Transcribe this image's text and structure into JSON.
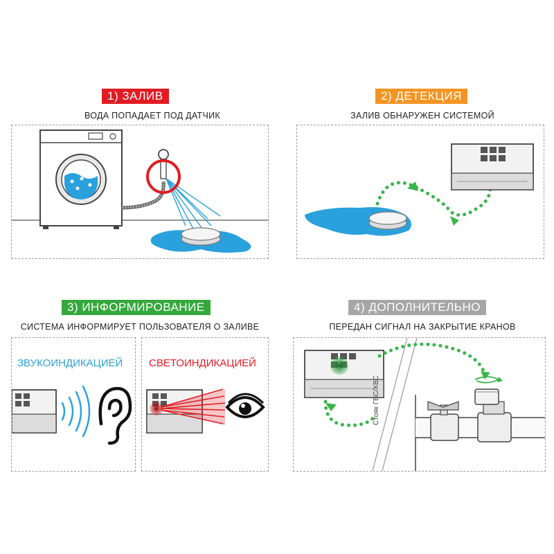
{
  "colors": {
    "step1": "#e11b22",
    "step2": "#f39423",
    "step3": "#35a83c",
    "step4": "#a6a6a6",
    "water": "#2aa1dc",
    "dots": "#39b54a",
    "sound": "#2aa1dc",
    "light": "#e11b22"
  },
  "steps": [
    {
      "title": "1) ЗАЛИВ",
      "subtitle": "ВОДА ПОПАДАЕТ ПОД ДАТЧИК"
    },
    {
      "title": "2) ДЕТЕКЦИЯ",
      "subtitle": "ЗАЛИВ ОБНАРУЖЕН СИСТЕМОЙ"
    },
    {
      "title": "3) ИНФОРМИРОВАНИЕ",
      "subtitle": "СИСТЕМА ИНФОРМИРУЕТ ПОЛЬЗОВАТЕЛЯ О ЗАЛИВЕ"
    },
    {
      "title": "4) ДОПОЛНИТЕЛЬНО",
      "subtitle": "ПЕРЕДАН СИГНАЛ НА ЗАКРЫТИЕ КРАНОВ"
    }
  ],
  "inform": {
    "sound_label": "ЗВУКОИНДИКАЦИЕЙ",
    "light_label": "СВЕТОИНДИКАЦИЕЙ"
  },
  "riser_label": "Стояк ГВС/ХВС",
  "icons": [
    "washing-machine-icon",
    "water-sensor-icon",
    "controller-icon",
    "ear-icon",
    "eye-icon",
    "ball-valve-icon",
    "valve-actuator-icon"
  ]
}
